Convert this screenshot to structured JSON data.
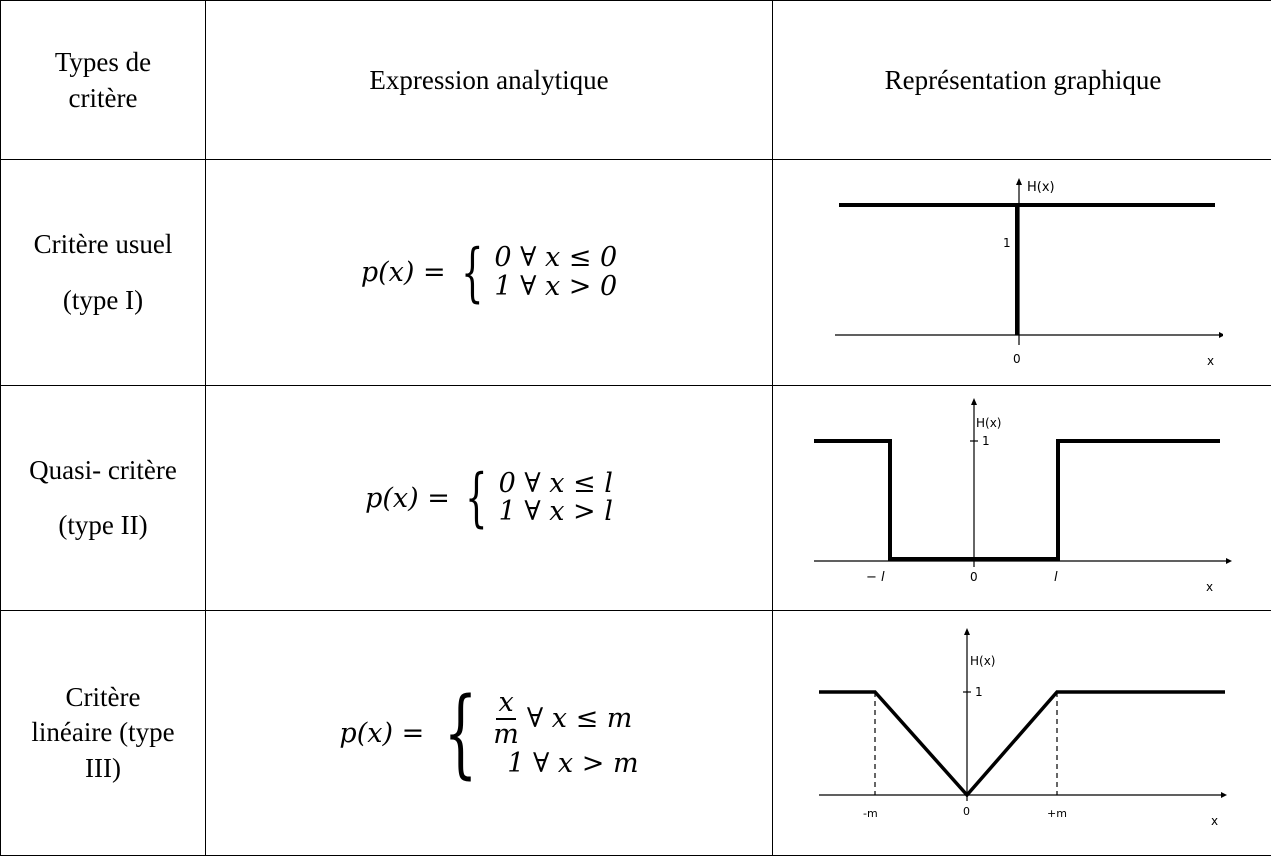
{
  "header": {
    "col1": "Types de critère",
    "col2": "Expression analytique",
    "col3": "Représentation graphique"
  },
  "rows": [
    {
      "name": "Critère usuel",
      "type": "(type I)",
      "formula": {
        "lhs": "p(x) =",
        "case1": "0 ∀ x ≤ 0",
        "case2": "1 ∀ x > 0"
      },
      "graph": {
        "ylabel": "H(x)",
        "one": "1",
        "zero": "0",
        "x": "x"
      }
    },
    {
      "name": "Quasi- critère",
      "type": "(type II)",
      "formula": {
        "lhs": "p(x) =",
        "case1": "0 ∀ x ≤ l",
        "case2": "1 ∀ x > l"
      },
      "graph": {
        "ylabel": "H(x)",
        "one": "1",
        "zero": "0",
        "neg": "− l",
        "pos": "l",
        "x": "x"
      }
    },
    {
      "name": "Critère linéaire (type",
      "type": "III)",
      "formula": {
        "lhs": "p(x) =",
        "num": "x",
        "den": "m",
        "case1_rest": "∀ x ≤ m",
        "case2": "1 ∀ x > m"
      },
      "graph": {
        "ylabel": "H(x)",
        "one": "1",
        "zero": "0",
        "neg": "-m",
        "pos": "+m",
        "x": "x"
      }
    }
  ]
}
